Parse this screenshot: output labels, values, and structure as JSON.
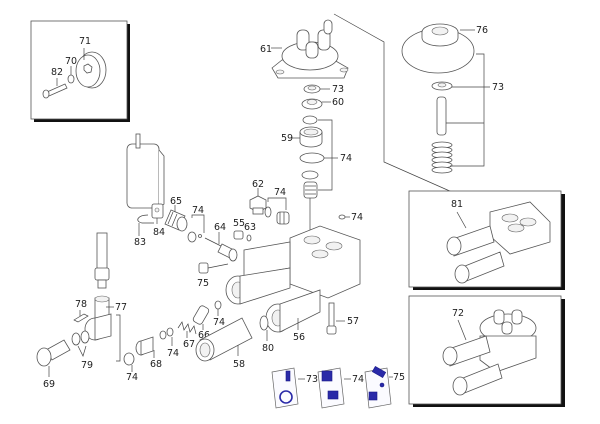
{
  "title": "Pump exploded parts diagram",
  "labels": {
    "p71": "71",
    "p70": "70",
    "p82": "82",
    "p61": "61",
    "p73a": "73",
    "p60": "60",
    "p59": "59",
    "p74a": "74",
    "p76": "76",
    "p73b": "73",
    "p62": "62",
    "p74b": "74",
    "p74c": "74",
    "p65": "65",
    "p74d": "74",
    "p55": "55",
    "p63": "63",
    "p64": "64",
    "p83": "83",
    "p84": "84",
    "p75": "75",
    "p78": "78",
    "p77": "77",
    "p79": "79",
    "p69": "69",
    "p74e": "74",
    "p68": "68",
    "p74f": "74",
    "p67": "67",
    "p66": "66",
    "p74g": "74",
    "p58": "58",
    "p80": "80",
    "p56": "56",
    "p57": "57",
    "p81": "81",
    "p72": "72",
    "kit73": "73",
    "kit74": "74",
    "kit75": "75"
  },
  "colors": {
    "kit_accent": "#2a2aa8",
    "line": "#444444"
  }
}
